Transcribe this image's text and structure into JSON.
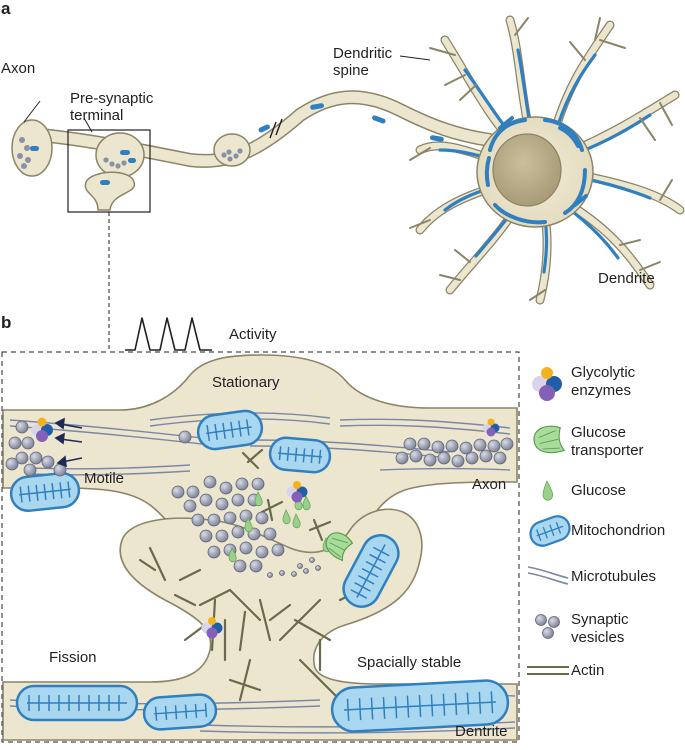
{
  "panel_a": {
    "letter": "a",
    "labels": {
      "axon": "Axon",
      "presynaptic": "Pre-synaptic\nterminal",
      "dendritic_spine": "Dendritic\nspine",
      "dendrite": "Dendrite"
    }
  },
  "panel_b": {
    "letter": "b",
    "activity": "Activity",
    "labels": {
      "stationary": "Stationary",
      "motile": "Motile",
      "axon": "Axon",
      "fission": "Fission",
      "spatially_stable": "Spacially stable",
      "dendrite": "Dentrite"
    }
  },
  "legend": [
    {
      "icon": "glycolytic-enzymes-icon",
      "label": "Glycolytic\nenzymes"
    },
    {
      "icon": "glucose-transporter-icon",
      "label": "Glucose\ntransporter"
    },
    {
      "icon": "glucose-icon",
      "label": "Glucose"
    },
    {
      "icon": "mitochondrion-icon",
      "label": "Mitochondrion"
    },
    {
      "icon": "microtubules-icon",
      "label": "Microtubules"
    },
    {
      "icon": "synaptic-vesicles-icon",
      "label": "Synaptic\nvesicles"
    },
    {
      "icon": "actin-icon",
      "label": "Actin"
    }
  ],
  "colors": {
    "membrane_fill": "#ece6cf",
    "membrane_stroke": "#8a8468",
    "nucleus": "#b9ae8c",
    "mito_blue": "#2f7fc1",
    "mito_light": "#a9d7f0",
    "vesicle": "#9aa0b3",
    "actin": "#6b6a4a",
    "glucose": "#9bd08c"
  }
}
